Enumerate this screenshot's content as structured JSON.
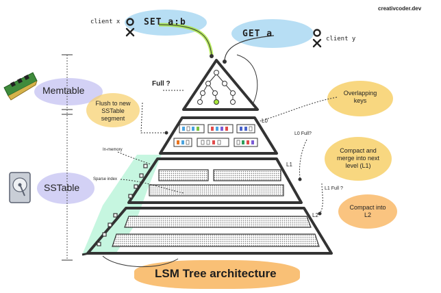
{
  "brand": "creativcoder.dev",
  "title": "LSM Tree architecture",
  "clients": {
    "x_label": "client x",
    "y_label": "client y",
    "write_cmd": "SET a:b",
    "read_cmd": "GET a"
  },
  "left_labels": {
    "memtable": "Memtable",
    "sstable": "SSTable",
    "in_memory": "In-memory",
    "sparse_index": "Sparse index"
  },
  "levels": {
    "l0": "L0",
    "l1": "L1",
    "l2": "L2",
    "l0_full": "L0 Full?",
    "l1_full": "L1 Full ?"
  },
  "notes": {
    "full": "Full ?",
    "flush": [
      "Flush to new",
      "SSTable",
      "segment"
    ],
    "overlapping": [
      "Overlapping",
      "keys"
    ],
    "compact_l1": [
      "Compact and",
      "merge into next",
      "level (L1)"
    ],
    "compact_l2": [
      "Compact into",
      "L2"
    ]
  },
  "colors": {
    "highlight_yellow": "#f6c955",
    "highlight_orange": "#f7a53c",
    "highlight_blue": "#9fd3f0",
    "highlight_purple": "#b9b7ef",
    "highlight_green": "#5ce6a6",
    "wire_green": "#a7e63a",
    "outline": "#333333"
  },
  "icons": [
    "ram-chip-icon",
    "hard-disk-icon",
    "person-icon"
  ]
}
